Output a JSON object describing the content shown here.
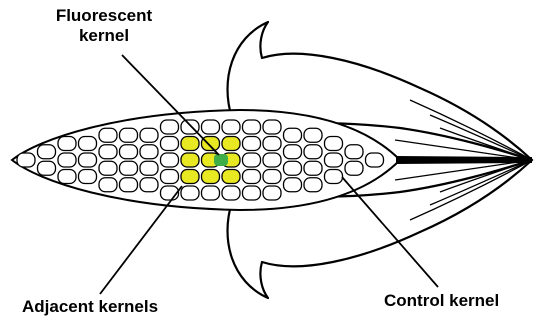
{
  "labels": {
    "fluorescent_kernel_line1": "Fluorescent",
    "fluorescent_kernel_line2": "kernel",
    "adjacent_kernels": "Adjacent kernels",
    "control_kernel": "Control kernel"
  },
  "colors": {
    "fluorescent": "#3fae49",
    "adjacent": "#e8e823",
    "kernel": "#ffffff",
    "outline": "#000000"
  }
}
